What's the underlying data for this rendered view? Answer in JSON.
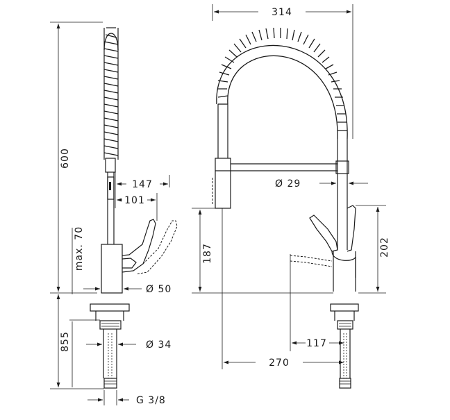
{
  "dimensions": {
    "height_total": "600",
    "reach_147": "147",
    "reach_101": "101",
    "max70": "max. 70",
    "base_dia": "Ø 50",
    "below_855": "855",
    "shank_dia": "Ø 34",
    "thread": "G 3/8",
    "width_314": "314",
    "spout_dia": "Ø 29",
    "height_187": "187",
    "height_202": "202",
    "offset_117": "117",
    "reach_270": "270"
  }
}
